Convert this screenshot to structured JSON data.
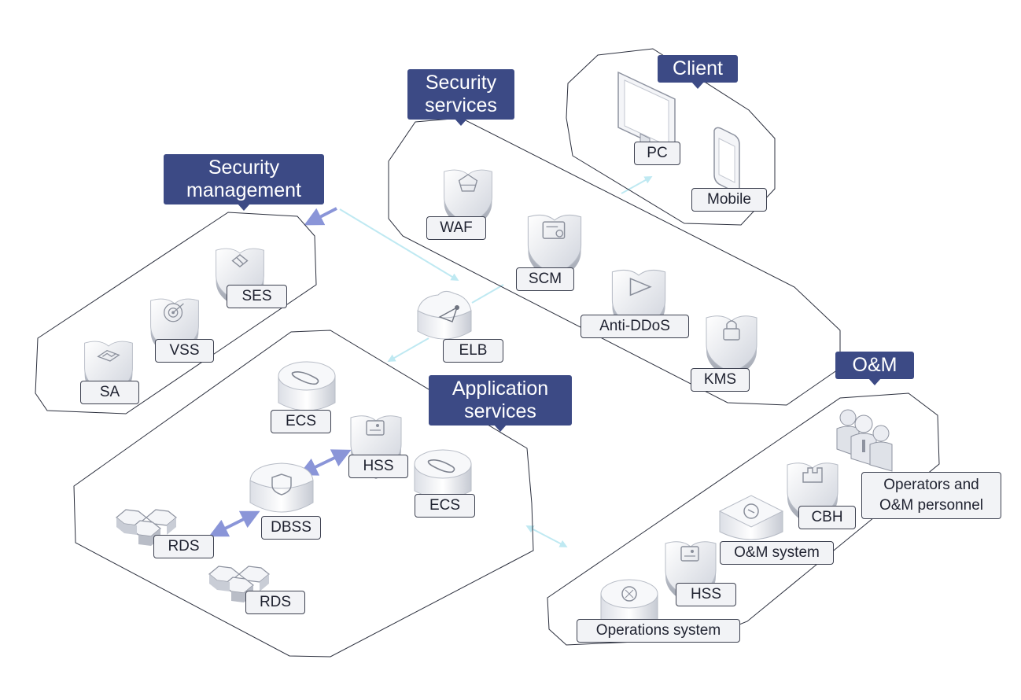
{
  "groups": {
    "security_management": "Security\nmanagement",
    "security_services": "Security\nservices",
    "client": "Client",
    "application_services": "Application\nservices",
    "om": "O&M"
  },
  "nodes": {
    "ses": "SES",
    "vss": "VSS",
    "sa": "SA",
    "waf": "WAF",
    "scm": "SCM",
    "anti_ddos": "Anti-DDoS",
    "kms": "KMS",
    "elb": "ELB",
    "pc": "PC",
    "mobile": "Mobile",
    "ecs_top": "ECS",
    "hss_app": "HSS",
    "ecs_bottom": "ECS",
    "dbss": "DBSS",
    "rds_top": "RDS",
    "rds_bottom": "RDS",
    "operators": "Operators and\nO&M personnel",
    "cbh": "CBH",
    "om_system": "O&M system",
    "hss_om": "HSS",
    "operations_system": "Operations system"
  },
  "icons": {
    "ses": "sync-shield-icon",
    "vss": "target-shield-icon",
    "sa": "chart-shield-icon",
    "waf": "firewall-shield-icon",
    "scm": "certificate-shield-icon",
    "anti_ddos": "triangle-shield-icon",
    "kms": "lock-shield-icon",
    "elb": "load-balancer-icon",
    "pc": "monitor-icon",
    "mobile": "phone-icon",
    "ecs": "server-clip-icon",
    "hss": "host-card-icon",
    "dbss": "database-shield-icon",
    "rds": "hexagon-cluster-icon",
    "operators": "people-icon",
    "cbh": "bastion-icon",
    "om_system": "gear-server-icon",
    "operations_system": "ops-server-icon"
  },
  "colors": {
    "title_bg": "#3c4a85",
    "label_bg": "#f2f3f6",
    "label_border": "#3d4150",
    "boundary": "#2b2f3d",
    "connector_strong": "#8a95d8",
    "connector_light": "#bfe9f2"
  }
}
